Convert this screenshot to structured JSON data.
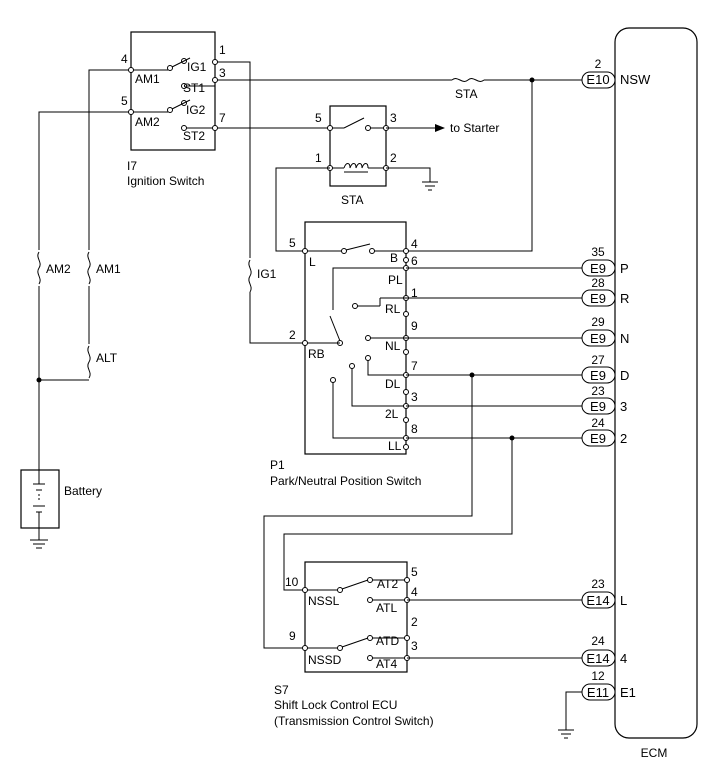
{
  "ignition_switch": {
    "ref": "I7",
    "name": "Ignition Switch",
    "pins": {
      "am1": "4",
      "am2": "5",
      "ig1": "1",
      "st1": "3",
      "st2": "7"
    },
    "contacts": {
      "am1": "AM1",
      "am2": "AM2",
      "ig1": "IG1",
      "st1": "ST1",
      "ig2": "IG2",
      "st2": "ST2"
    }
  },
  "sta_relay": {
    "name": "STA",
    "pins": {
      "p5": "5",
      "p3": "3",
      "p1": "1",
      "p2": "2"
    }
  },
  "to_starter": "to Starter",
  "sta_fuse": "STA",
  "fuses": {
    "am2": "AM2",
    "am1": "AM1",
    "ig1": "IG1",
    "alt": "ALT"
  },
  "battery": "Battery",
  "pnp_switch": {
    "ref": "P1",
    "name": "Park/Neutral Position Switch",
    "pins": {
      "l": "5",
      "rb": "2",
      "b": "4",
      "pl": "6",
      "rl": "1",
      "nl": "9",
      "dl": "7",
      "l2": "3",
      "ll": "8"
    },
    "contacts": {
      "l": "L",
      "b": "B",
      "rb": "RB",
      "pl": "PL",
      "rl": "RL",
      "nl": "NL",
      "dl": "DL",
      "l2": "2L",
      "ll": "LL"
    }
  },
  "shift_lock": {
    "ref": "S7",
    "name": "Shift Lock Control ECU",
    "subname": "(Transmission Control Switch)",
    "pins": {
      "nssl": "10",
      "nssd": "9",
      "at2": "5",
      "atl": "4",
      "atd": "2",
      "at4": "3"
    },
    "contacts": {
      "nssl": "NSSL",
      "nssd": "NSSD",
      "at2": "AT2",
      "atl": "ATL",
      "atd": "ATD",
      "at4": "AT4"
    }
  },
  "ecm": {
    "name": "ECM",
    "terminals": [
      {
        "pin": "2",
        "conn": "E10",
        "label": "NSW"
      },
      {
        "pin": "35",
        "conn": "E9",
        "label": "P"
      },
      {
        "pin": "28",
        "conn": "E9",
        "label": "R"
      },
      {
        "pin": "29",
        "conn": "E9",
        "label": "N"
      },
      {
        "pin": "27",
        "conn": "E9",
        "label": "D"
      },
      {
        "pin": "23",
        "conn": "E9",
        "label": "3"
      },
      {
        "pin": "24",
        "conn": "E9",
        "label": "2"
      },
      {
        "pin": "23",
        "conn": "E14",
        "label": "L"
      },
      {
        "pin": "24",
        "conn": "E14",
        "label": "4"
      },
      {
        "pin": "12",
        "conn": "E11",
        "label": "E1"
      }
    ]
  }
}
